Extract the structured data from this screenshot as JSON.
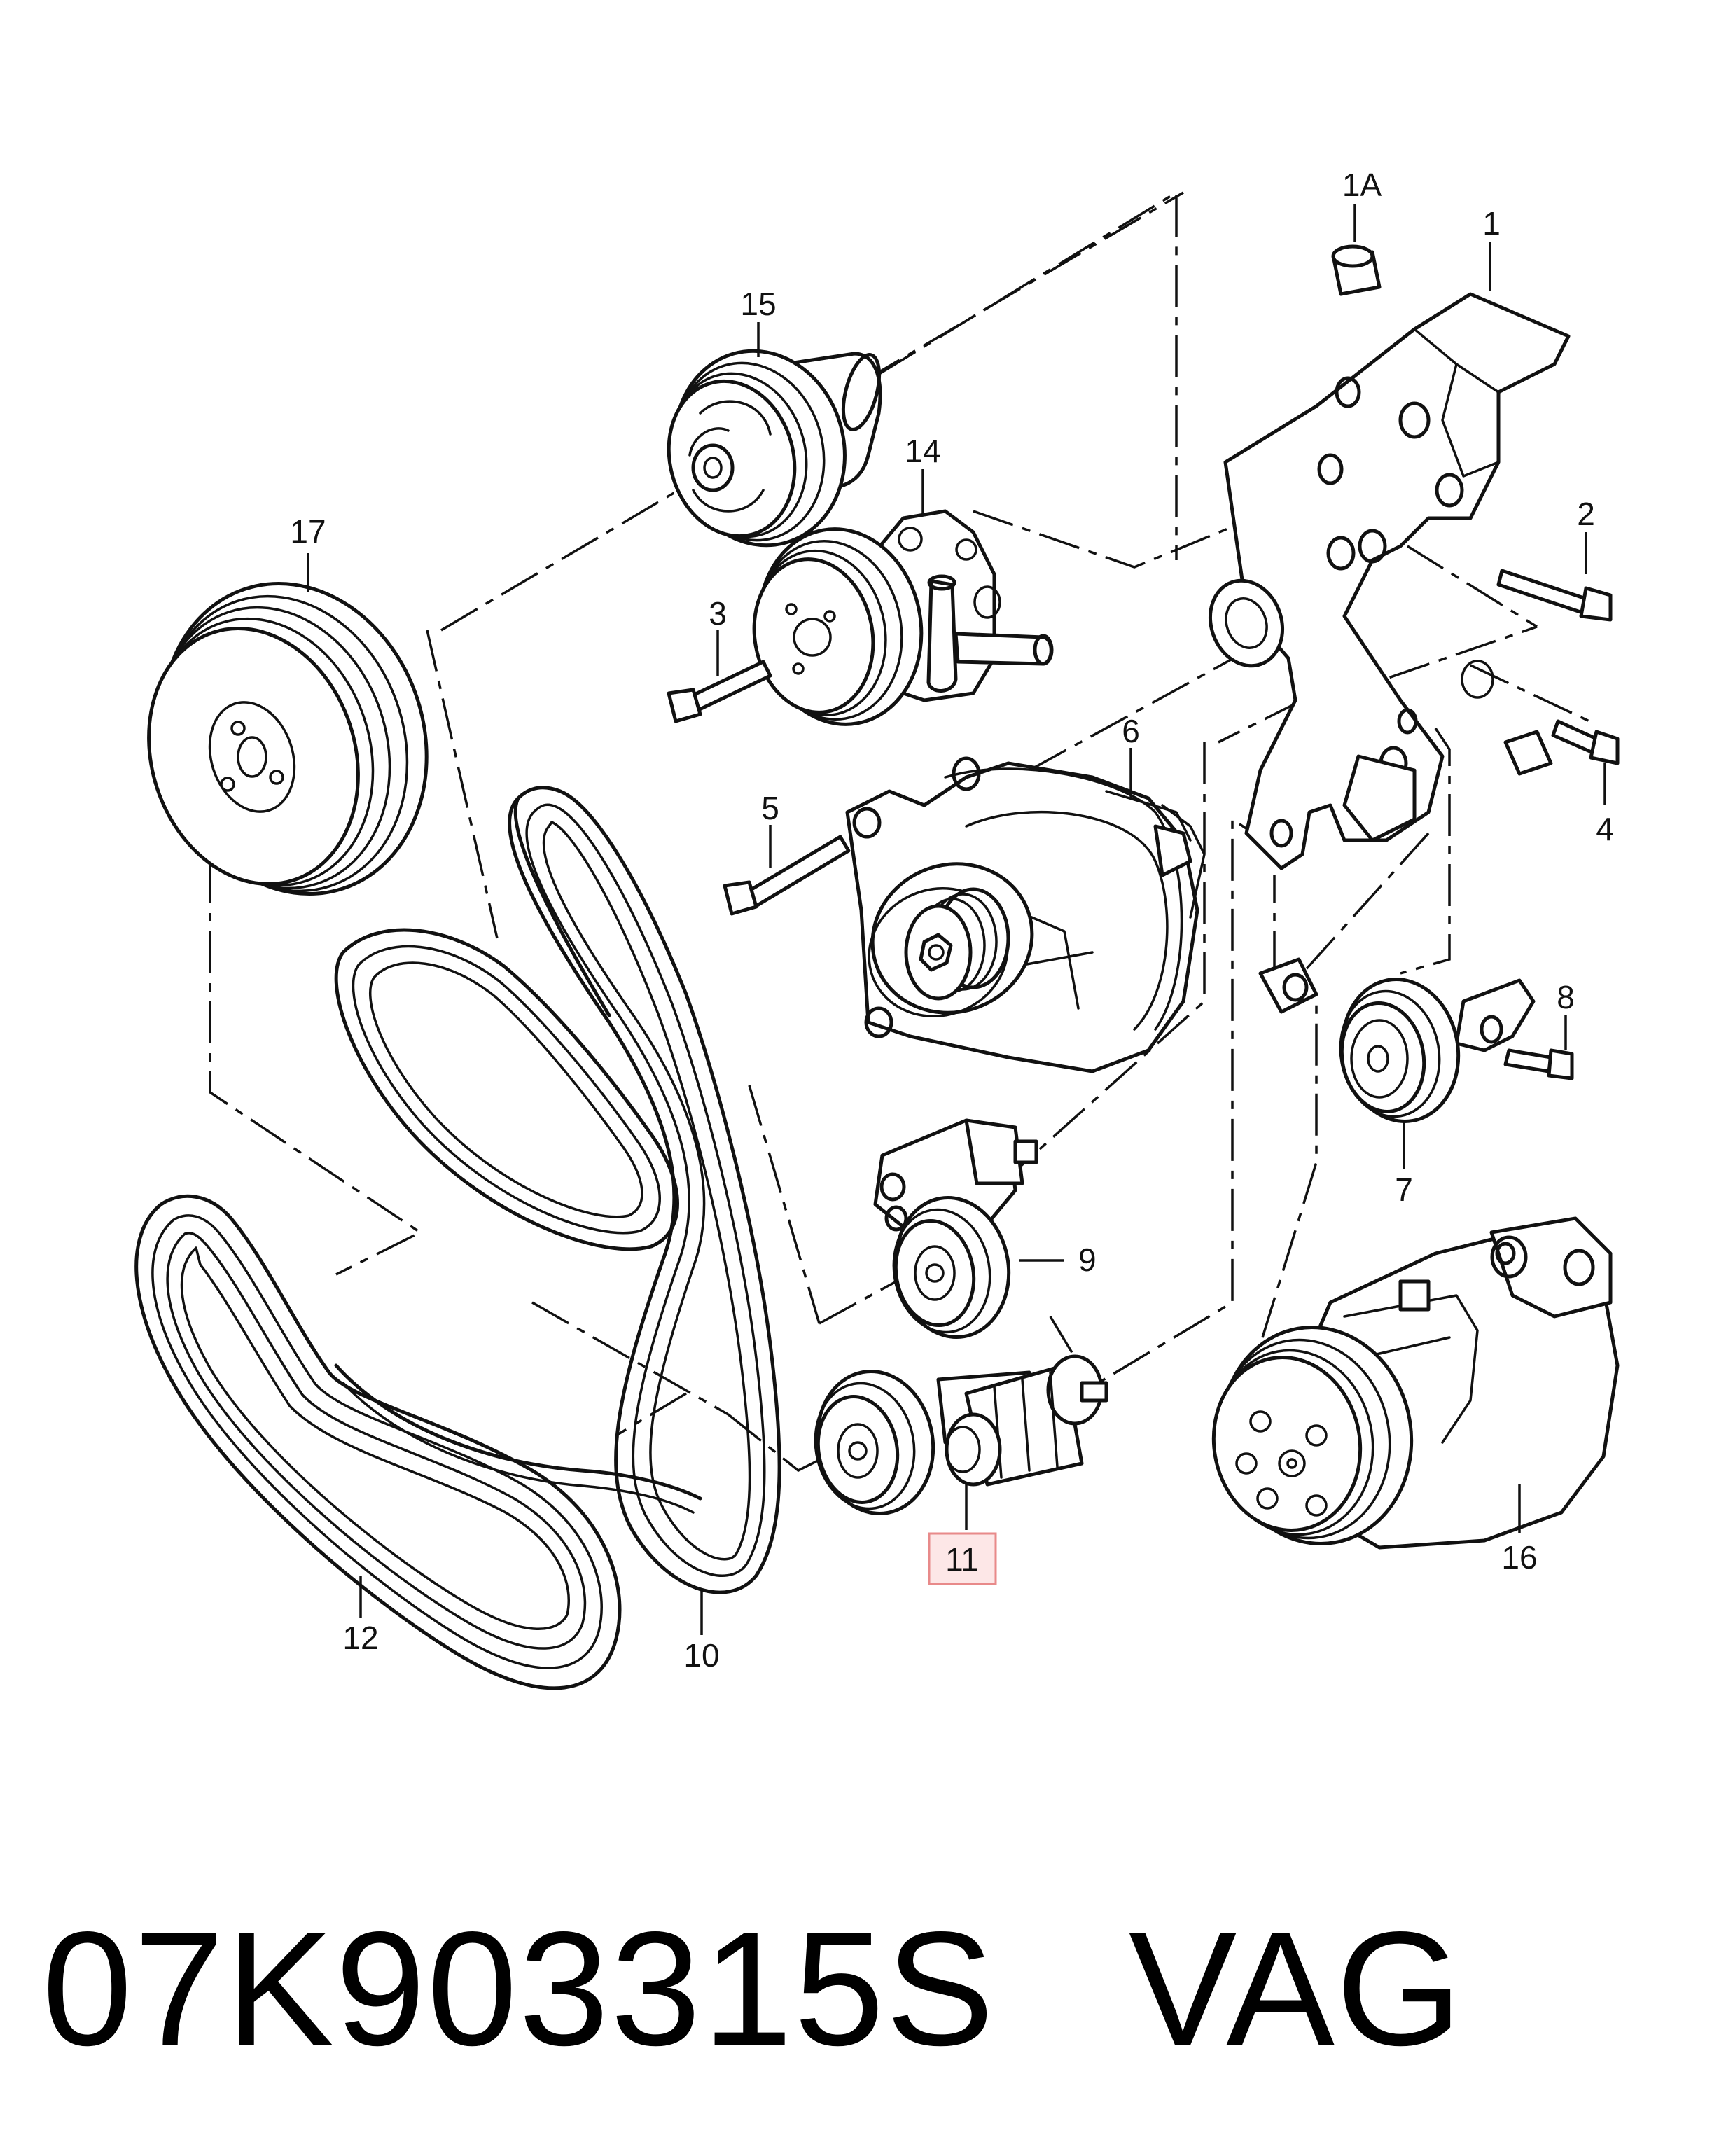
{
  "labels": {
    "p1": "1",
    "p1a": "1A",
    "p2": "2",
    "p3": "3",
    "p4": "4",
    "p5": "5",
    "p6": "6",
    "p7": "7",
    "p8": "8",
    "p9": "9",
    "p10": "10",
    "p11": "11",
    "p12": "12",
    "p14": "14",
    "p15": "15",
    "p16": "16",
    "p17": "17"
  },
  "highlight": {
    "part": "11",
    "color": "#e88a8a",
    "fill": "#fde7e7"
  },
  "footer": {
    "part_number": "07K903315S",
    "brand": "VAG"
  }
}
